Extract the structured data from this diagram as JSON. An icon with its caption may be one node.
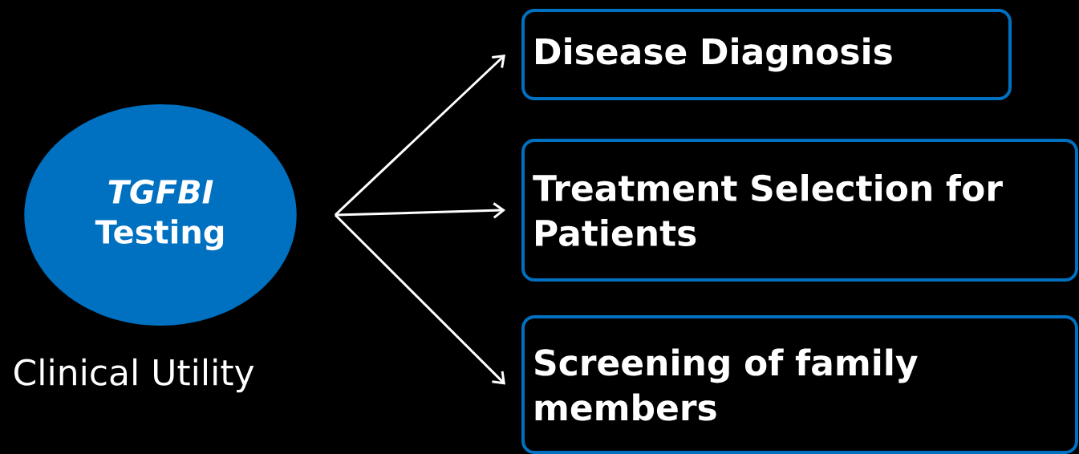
{
  "diagram": {
    "nodes": [
      {
        "text": [
          "*TGFBI* Testing"
        ],
        "beside": [
          "Clinical Utility"
        ]
      },
      {
        "text": [
          "Disease Diagnosis"
        ]
      },
      {
        "text": [
          "Treatment Selection for Patients"
        ]
      },
      {
        "text": [
          "Screening of family members"
        ]
      }
    ],
    "edges": [
      {
        "from": 0,
        "to": 1,
        "arrow": "to"
      },
      {
        "from": 0,
        "to": 2,
        "arrow": "to"
      },
      {
        "from": 0,
        "to": 3,
        "arrow": "to"
      }
    ]
  }
}
